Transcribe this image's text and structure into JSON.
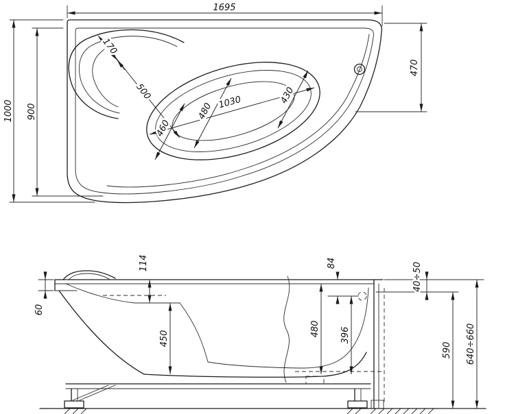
{
  "top_view": {
    "overall_length": "1695",
    "overall_width": "1000",
    "inner_width": "900",
    "end_width": "470",
    "headrest_depth": "170",
    "headrest_span": "500",
    "basin_length": "1030",
    "basin_width_mid": "480",
    "basin_width_drain": "430",
    "basin_width_seat": "460"
  },
  "side_view": {
    "rim_thickness": "60",
    "headrest_drop": "114",
    "seat_depth": "450",
    "inner_depth": "480",
    "drain_depth": "396",
    "overflow_drop": "84",
    "rim_gap": "40÷50",
    "panel_height": "590",
    "overall_height": "640÷660"
  }
}
